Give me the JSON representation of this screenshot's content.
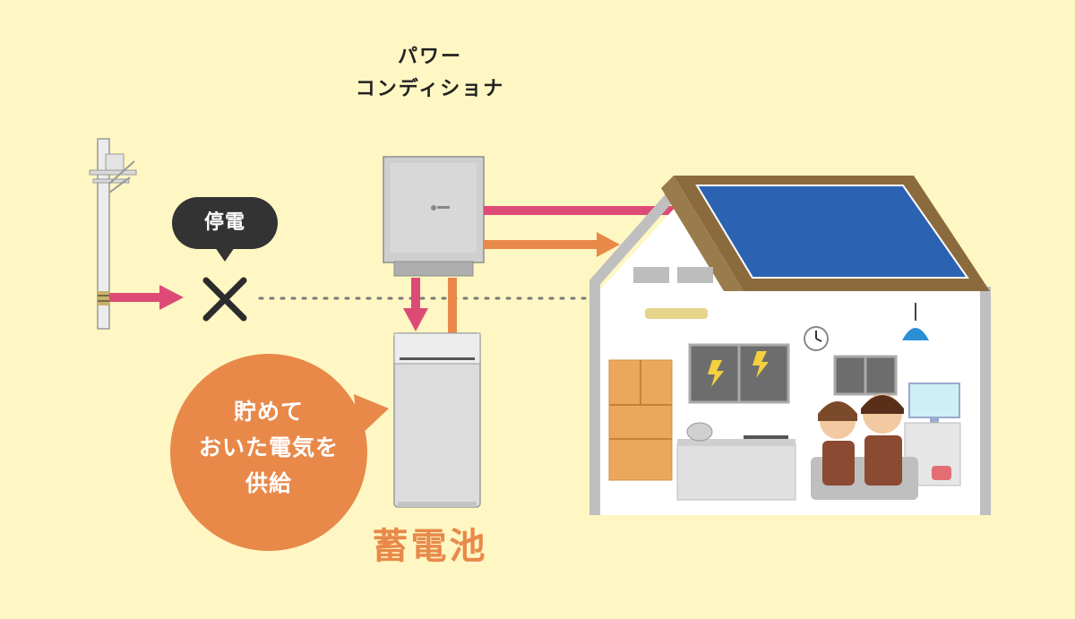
{
  "power_conditioner": {
    "label_line1": "パワー",
    "label_line2": "コンディショナ"
  },
  "outage": {
    "label": "停電"
  },
  "supply_bubble": {
    "line1": "貯めて",
    "line2": "おいた電気を",
    "line3": "供給"
  },
  "battery": {
    "label": "蓄電池"
  },
  "colors": {
    "background": "#fef7c3",
    "solar_flow": "#de4a76",
    "supply_flow": "#e8894a",
    "dotted_line": "#7a7a7a",
    "bubble_dark": "#333333",
    "bubble_orange": "#e8894a"
  }
}
